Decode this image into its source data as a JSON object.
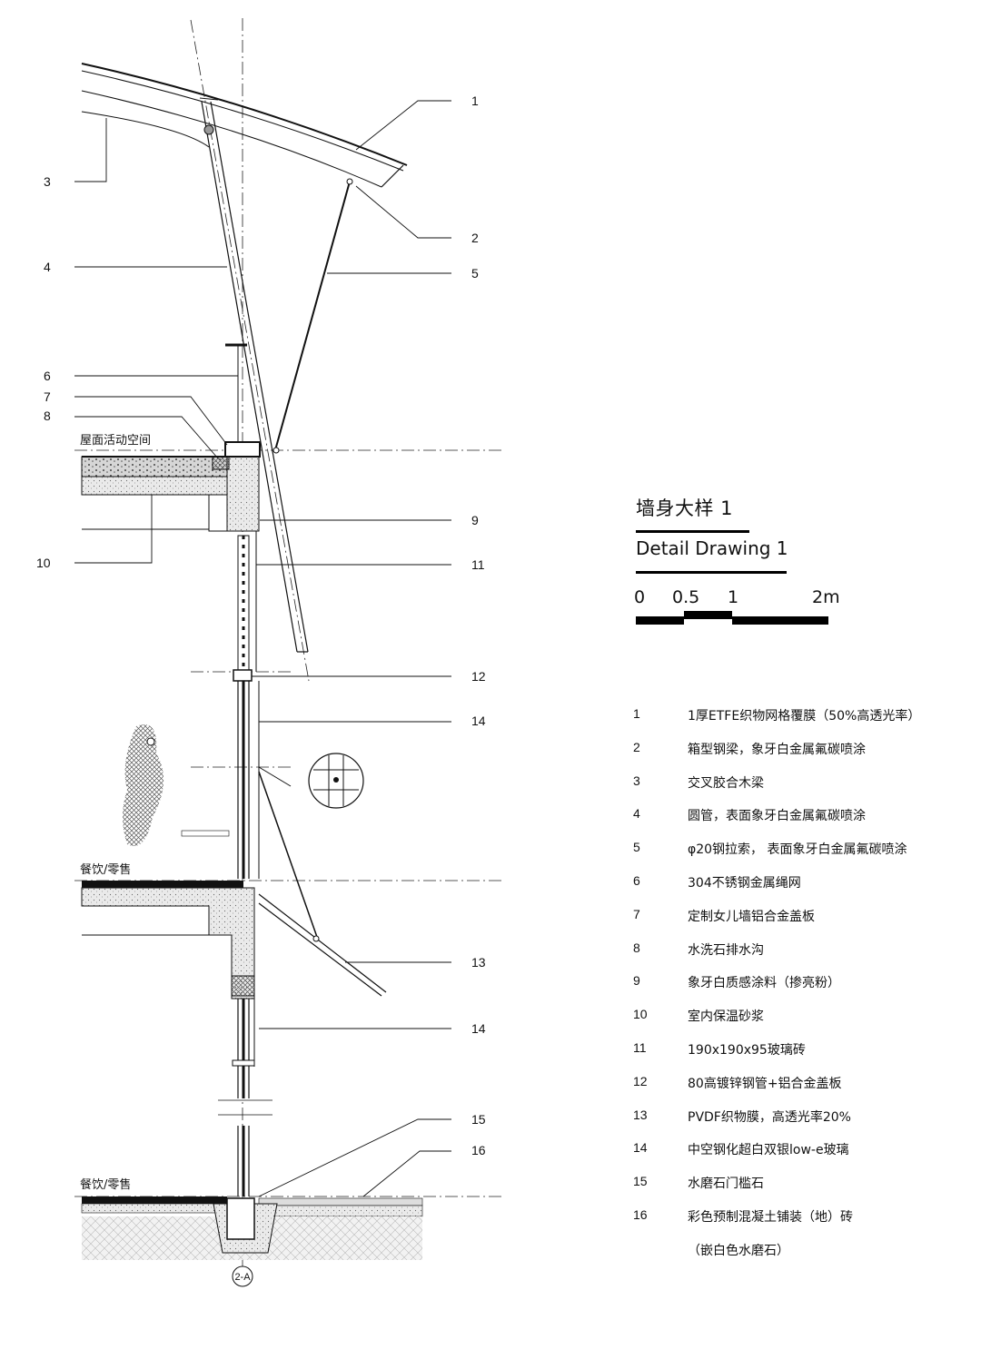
{
  "title": {
    "cn": "墙身大样 1",
    "en": "Detail Drawing 1"
  },
  "scale_bar": {
    "labels": [
      "0",
      "0.5",
      "1",
      "2m"
    ]
  },
  "zone_labels": {
    "roof_activity": "屋面活动空间",
    "dining_retail_upper": "餐饮/零售",
    "dining_retail_lower": "餐饮/零售"
  },
  "grid_label": "2-A",
  "callouts": {
    "left": [
      "3",
      "4",
      "6",
      "7",
      "8",
      "10"
    ],
    "right": [
      "1",
      "2",
      "5",
      "9",
      "11",
      "12",
      "14",
      "13",
      "14",
      "15",
      "16"
    ]
  },
  "legend": [
    {
      "num": "1",
      "text": "1厚ETFE织物网格覆膜（50%高透光率）"
    },
    {
      "num": "2",
      "text": "箱型钢梁，象牙白金属氟碳喷涂"
    },
    {
      "num": "3",
      "text": "交叉胶合木梁"
    },
    {
      "num": "4",
      "text": "圆管，表面象牙白金属氟碳喷涂"
    },
    {
      "num": "5",
      "text": "φ20钢拉索， 表面象牙白金属氟碳喷涂"
    },
    {
      "num": "6",
      "text": "304不锈钢金属绳网"
    },
    {
      "num": "7",
      "text": "定制女儿墙铝合金盖板"
    },
    {
      "num": "8",
      "text": "水洗石排水沟"
    },
    {
      "num": "9",
      "text": "象牙白质感涂料（掺亮粉）"
    },
    {
      "num": "10",
      "text": "室内保温砂浆"
    },
    {
      "num": "11",
      "text": "190x190x95玻璃砖"
    },
    {
      "num": "12",
      "text": "80高镀锌钢管+铝合金盖板"
    },
    {
      "num": "13",
      "text": "PVDF织物膜，高透光率20%"
    },
    {
      "num": "14",
      "text": "中空钢化超白双银low-e玻璃"
    },
    {
      "num": "15",
      "text": "水磨石门槛石"
    },
    {
      "num": "16",
      "text": "彩色预制混凝土铺装（地）砖"
    },
    {
      "num": "",
      "text": "（嵌白色水磨石）"
    }
  ]
}
